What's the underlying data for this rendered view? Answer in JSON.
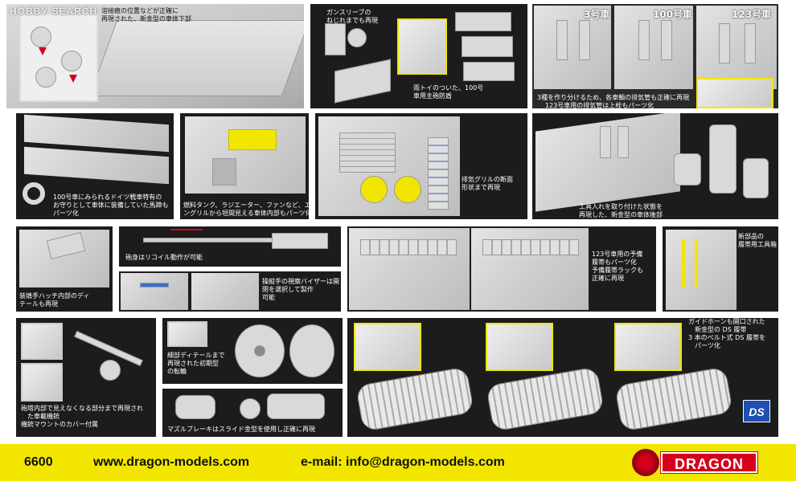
{
  "watermark": "HOBBY SEARCH",
  "panels": {
    "p1": {
      "lines": [
        "溶接痕の位置などが正確に",
        "再現された、新金型の車体下部"
      ]
    },
    "p2": {
      "top_lines": [
        "ガンスリーブの",
        "ねじれまでも再現"
      ],
      "bottom_lines": [
        "雨トイのついた、100号",
        "車用主砲防盾"
      ]
    },
    "p3": {
      "labels": [
        "3号車",
        "100号車",
        "123号車"
      ],
      "lines": [
        "3種を作り分けるため、各車輌の排気管も正確に再現",
        "123号車用の排気管は上栓もパーツ化"
      ]
    },
    "p4": {
      "lines": [
        "100号車にみられるドイツ戦車特有の",
        "お守りとして車体に装備していた馬蹄も",
        "パーツ化"
      ]
    },
    "p5": {
      "lines": [
        "燃料タンク、ラジエーター、ファンなど、エンジ",
        "ングリルから垣間見える車体内部もパーツ化"
      ]
    },
    "p6": {
      "lines": [
        "排気グリルの断面",
        "形状まで再現"
      ]
    },
    "p7": {
      "lines": [
        "工具入れを取り付けた状態を",
        "再現した、新金型の車体後部"
      ]
    },
    "p8": {
      "lines": [
        "装填手ハッチ内部のディ",
        "テールも再現"
      ]
    },
    "p9": {
      "lines": [
        "砲身はリコイル動作が可能"
      ]
    },
    "p10": {
      "lines": [
        "操縦手の視察バイザーは開閉を選択して製作",
        "可能"
      ]
    },
    "p11": {
      "lines": [
        "123号車用の予備",
        "履帯もパーツ化",
        "予備履帯ラックも",
        "正確に再現"
      ]
    },
    "p12": {
      "lines": [
        "新部品の",
        "履帯用工具箱"
      ]
    },
    "p13": {
      "lines": [
        "砲塔内部で見えなくなる部分まで再現され",
        "た車載機銃",
        "機銃マウントのカバー付属"
      ]
    },
    "p14": {
      "lines": [
        "細部ディテールまで",
        "再現された初期型",
        "の転輪"
      ]
    },
    "p15": {
      "lines": [
        "マズルブレーキはスライド金型を使用し正確に再現"
      ]
    },
    "p16": {
      "lines": [
        "ガイドホーンも開口された",
        "新金型の DS 履帯",
        "3 本のベルト式 DS 履帯を",
        "パーツ化"
      ],
      "logo": "DS"
    }
  },
  "footer": {
    "code": "6600",
    "url": "www.dragon-models.com",
    "email": "e-mail: info@dragon-models.com",
    "brand": "DRAGON"
  },
  "colors": {
    "panel": "#1c1c1c",
    "accent_yellow": "#f2e600",
    "brand_red": "#d6001c",
    "ds_blue": "#1f4fb3"
  }
}
